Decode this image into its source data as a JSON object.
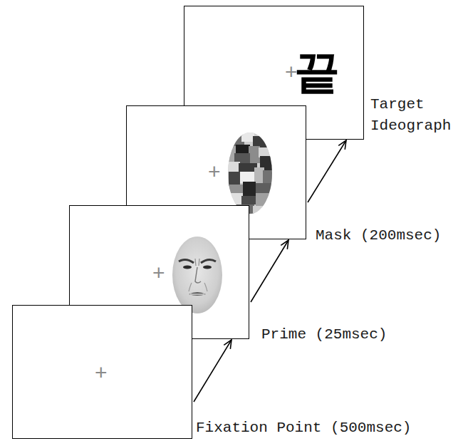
{
  "diagram": {
    "nodes": [
      {
        "text": [
          "+"
        ]
      },
      {
        "text": [
          "+"
        ]
      },
      {
        "text": [
          "+"
        ]
      },
      {
        "text": [
          "+",
          "끝"
        ]
      }
    ],
    "edges": [
      {
        "from": 0,
        "to": 1,
        "arrow": "to"
      },
      {
        "from": 1,
        "to": 2,
        "arrow": "to"
      },
      {
        "from": 2,
        "to": 3,
        "arrow": "to"
      }
    ],
    "labels": [
      "Fixation Point (500msec)",
      "Prime (25msec)",
      "Mask (200msec)",
      "Target Ideograph"
    ]
  }
}
